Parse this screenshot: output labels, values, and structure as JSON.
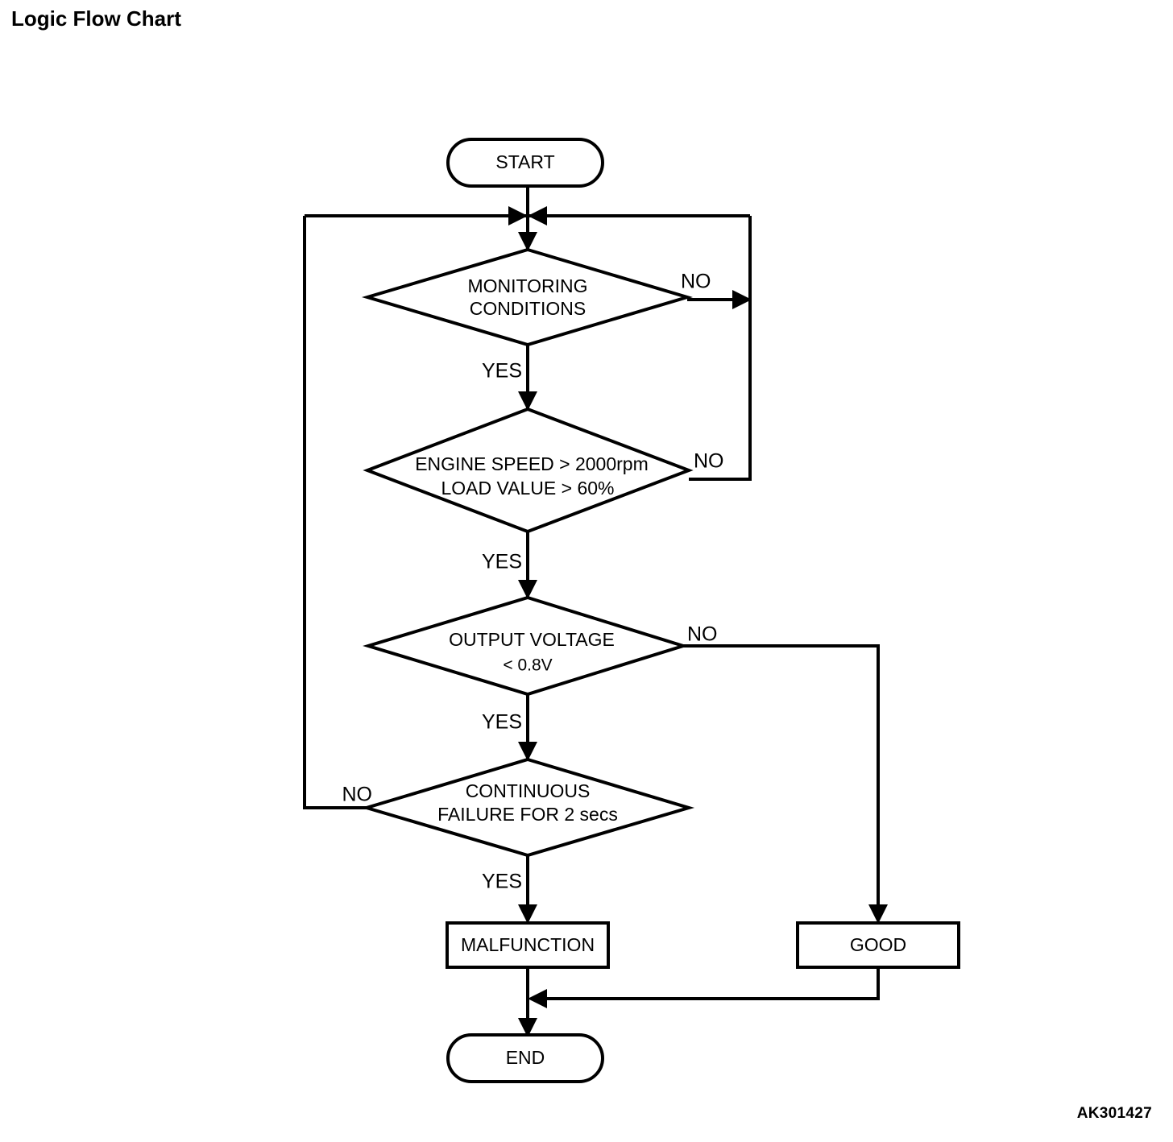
{
  "page": {
    "title": "Logic Flow Chart",
    "figure_code": "AK301427",
    "background_color": "#ffffff",
    "line_color": "#000000"
  },
  "chart_data": {
    "type": "diagram",
    "diagram_kind": "flowchart",
    "title": "Logic Flow Chart",
    "nodes": [
      {
        "id": "start",
        "shape": "terminator",
        "label": "START"
      },
      {
        "id": "d1",
        "shape": "decision",
        "label_line1": "MONITORING",
        "label_line2": "CONDITIONS"
      },
      {
        "id": "d2",
        "shape": "decision",
        "label_line1": "ENGINE SPEED > 2000rpm",
        "label_line2": "LOAD VALUE > 60%"
      },
      {
        "id": "d3",
        "shape": "decision",
        "label_line1": "OUTPUT VOLTAGE",
        "label_line2": "< 0.8V"
      },
      {
        "id": "d4",
        "shape": "decision",
        "label_line1": "CONTINUOUS",
        "label_line2": "FAILURE FOR 2 secs"
      },
      {
        "id": "malf",
        "shape": "process",
        "label": "MALFUNCTION"
      },
      {
        "id": "good",
        "shape": "process",
        "label": "GOOD"
      },
      {
        "id": "end",
        "shape": "terminator",
        "label": "END"
      }
    ],
    "edges": [
      {
        "from": "start",
        "to": "d1",
        "label": ""
      },
      {
        "from": "d1",
        "to": "d2",
        "label": "YES"
      },
      {
        "from": "d1",
        "to": "start-junction",
        "label": "NO"
      },
      {
        "from": "d2",
        "to": "d3",
        "label": "YES"
      },
      {
        "from": "d2",
        "to": "start-junction",
        "label": "NO"
      },
      {
        "from": "d3",
        "to": "d4",
        "label": "YES"
      },
      {
        "from": "d3",
        "to": "good",
        "label": "NO"
      },
      {
        "from": "d4",
        "to": "malf",
        "label": "YES"
      },
      {
        "from": "d4",
        "to": "start-junction",
        "label": "NO"
      },
      {
        "from": "malf",
        "to": "end",
        "label": ""
      },
      {
        "from": "good",
        "to": "end",
        "label": ""
      }
    ]
  },
  "nodes": {
    "start": {
      "label": "START"
    },
    "decision1": {
      "line1": "MONITORING",
      "line2": "CONDITIONS"
    },
    "decision2": {
      "line1": "ENGINE SPEED > 2000rpm",
      "line2": "LOAD VALUE > 60%"
    },
    "decision3": {
      "line1": "OUTPUT VOLTAGE",
      "line2": "< 0.8V"
    },
    "decision4": {
      "line1": "CONTINUOUS",
      "line2": "FAILURE FOR 2 secs"
    },
    "malfunction": {
      "label": "MALFUNCTION"
    },
    "good": {
      "label": "GOOD"
    },
    "end": {
      "label": "END"
    }
  },
  "edge_labels": {
    "d1_no": "NO",
    "d1_yes": "YES",
    "d2_no": "NO",
    "d2_yes": "YES",
    "d3_no": "NO",
    "d3_yes": "YES",
    "d4_no": "NO",
    "d4_yes": "YES"
  }
}
